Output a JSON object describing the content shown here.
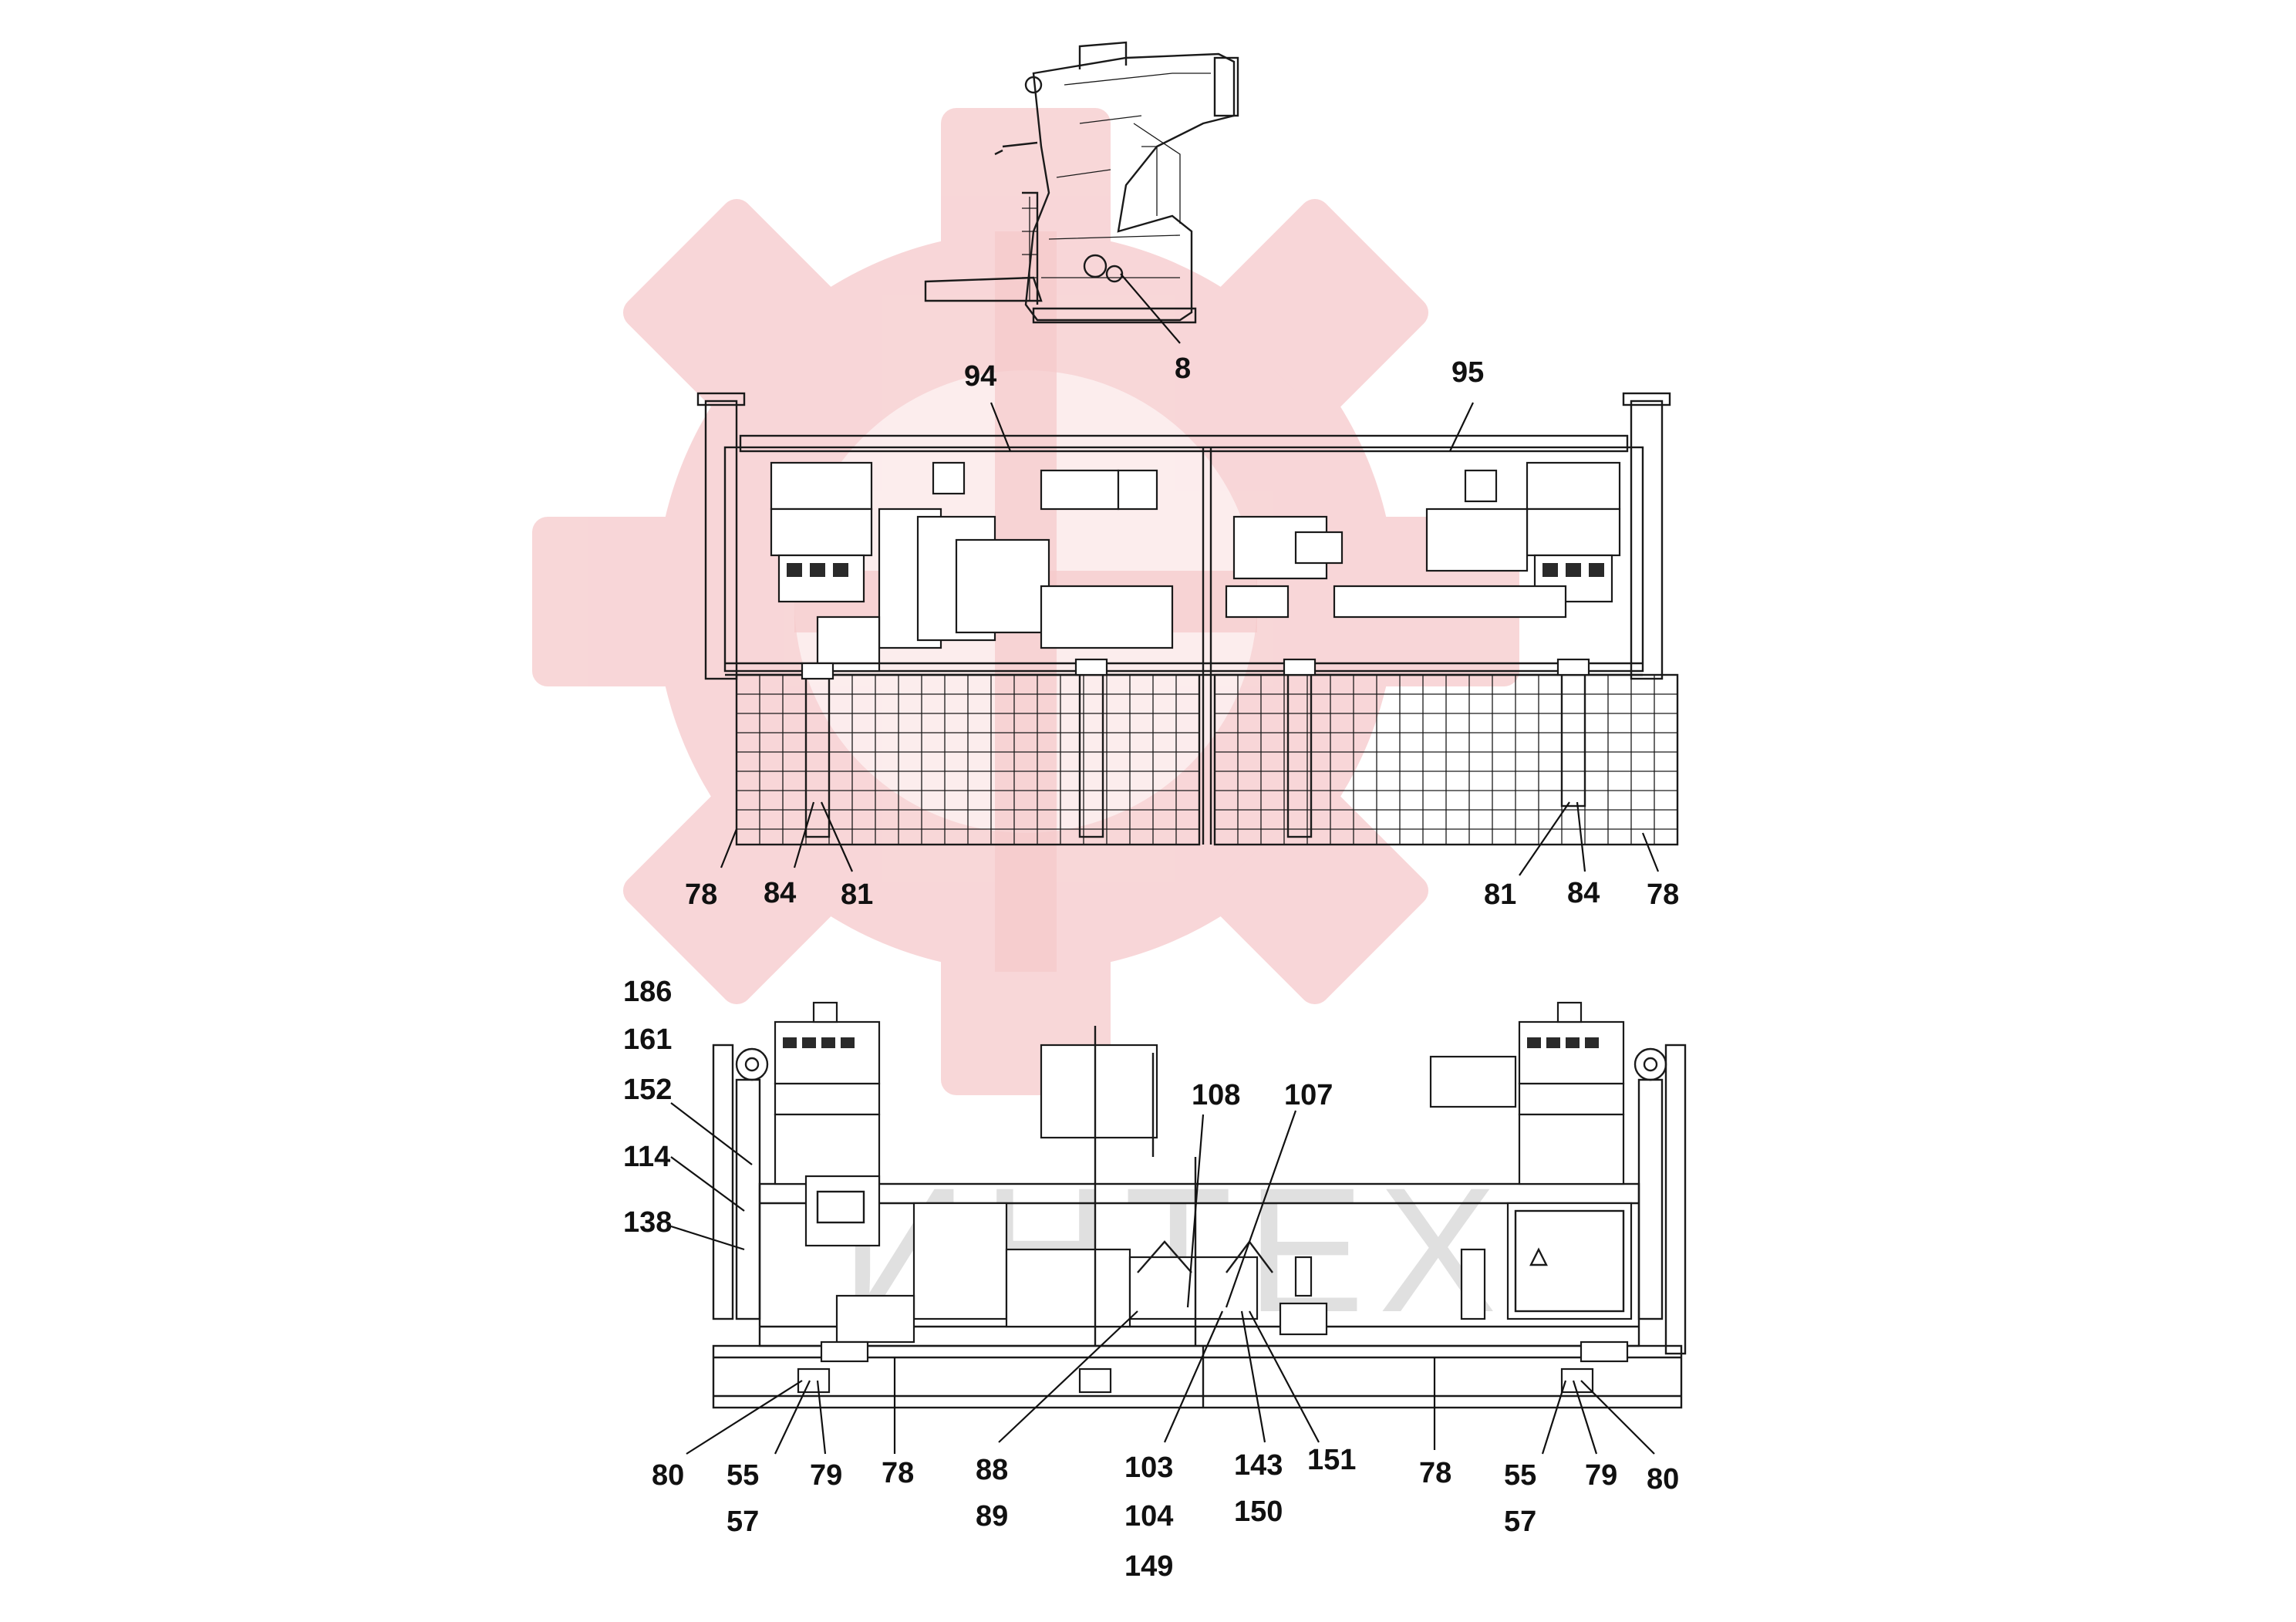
{
  "watermark": {
    "text": "ИНТЕХ",
    "logo": "red-gear-logo",
    "color": "#f6c9cb"
  },
  "callouts": {
    "c8": "8",
    "c94": "94",
    "c95": "95",
    "c78_top_left": "78",
    "c84_top_left": "84",
    "c81_top_left": "81",
    "c81_top_right": "81",
    "c84_top_right": "84",
    "c78_top_right": "78",
    "c186": "186",
    "c161": "161",
    "c152": "152",
    "c114": "114",
    "c138": "138",
    "c108": "108",
    "c107": "107",
    "c80_left": "80",
    "c55_left": "55",
    "c57_left": "57",
    "c79_left": "79",
    "c78_bottom_left": "78",
    "c88": "88",
    "c89": "89",
    "c103": "103",
    "c104": "104",
    "c149": "149",
    "c143": "143",
    "c150": "150",
    "c151": "151",
    "c78_bottom_right": "78",
    "c55_right": "55",
    "c57_right": "57",
    "c79_right": "79",
    "c80_right": "80"
  }
}
